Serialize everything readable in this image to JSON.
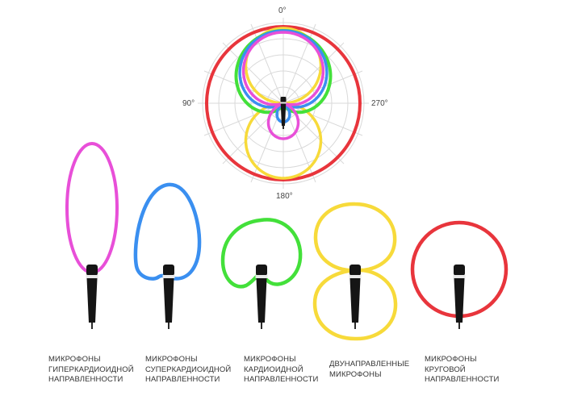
{
  "polar": {
    "angle_top": "0°",
    "angle_left": "90°",
    "angle_right": "270°",
    "angle_bottom": "180°"
  },
  "colors": {
    "hypercardioid": "#e84fd8",
    "supercardioid": "#3a8ff0",
    "cardioid": "#43e03a",
    "bidirectional": "#f7da3a",
    "omnidirectional": "#e8353c",
    "mic_body": "#151515",
    "grid": "#d9d9d9"
  },
  "patterns": [
    {
      "id": "hypercardioid",
      "lines": [
        "МИКРОФОНЫ",
        "ГИПЕРКАРДИОИДНОЙ",
        "НАПРАВЛЕННОСТИ"
      ]
    },
    {
      "id": "supercardioid",
      "lines": [
        "МИКРОФОНЫ",
        "СУПЕРКАРДИОИДНОЙ",
        "НАПРАВЛЕННОСТИ"
      ]
    },
    {
      "id": "cardioid",
      "lines": [
        "МИКРОФОНЫ",
        "КАРДИОИДНОЙ",
        "НАПРАВЛЕННОСТИ"
      ]
    },
    {
      "id": "bidirectional",
      "lines": [
        "ДВУНАПРАВЛЕННЫЕ",
        "МИКРОФОНЫ"
      ]
    },
    {
      "id": "omnidirectional",
      "lines": [
        "МИКРОФОНЫ",
        "КРУГОВОЙ",
        "НАПРАВЛЕННОСТИ"
      ]
    }
  ]
}
